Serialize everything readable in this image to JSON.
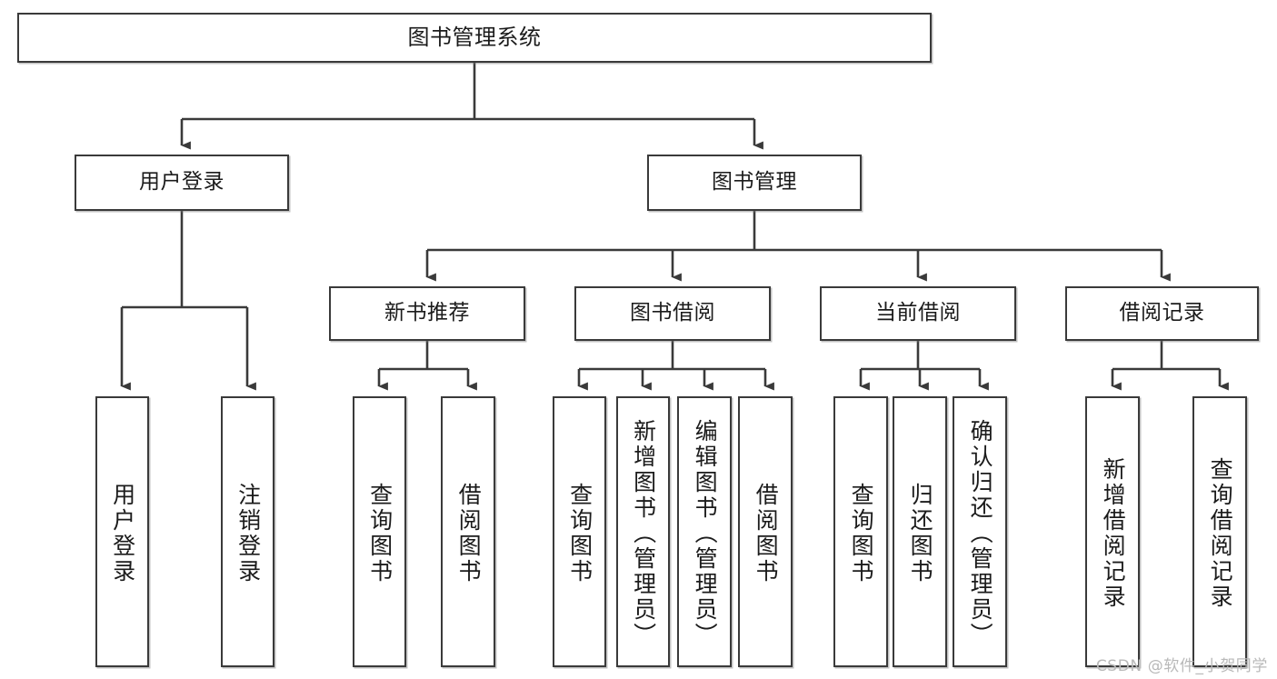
{
  "diagram": {
    "type": "tree-hierarchy",
    "title": "图书管理系统",
    "watermark": "CSDN @软件_小贺同学",
    "colors": {
      "stroke": "#3a3a3a",
      "fill": "#ffffff",
      "text": "#1b1b1b",
      "watermark": "#b9b9b9"
    },
    "nodes": {
      "root": {
        "label": "图书管理系统"
      },
      "level2": [
        {
          "label": "用户登录"
        },
        {
          "label": "图书管理"
        }
      ],
      "level3": [
        {
          "label": "新书推荐"
        },
        {
          "label": "图书借阅"
        },
        {
          "label": "当前借阅"
        },
        {
          "label": "借阅记录"
        }
      ],
      "leaves": {
        "user_login": [
          {
            "label": "用户登录"
          },
          {
            "label": "注销登录"
          }
        ],
        "new_book": [
          {
            "label": "查询图书"
          },
          {
            "label": "借阅图书"
          }
        ],
        "borrow_book": [
          {
            "label": "查询图书"
          },
          {
            "label": "新增图书（管理员）"
          },
          {
            "label": "编辑图书（管理员）"
          },
          {
            "label": "借阅图书"
          }
        ],
        "current_borrow": [
          {
            "label": "查询图书"
          },
          {
            "label": "归还图书"
          },
          {
            "label": "确认归还（管理员）"
          }
        ],
        "borrow_record": [
          {
            "label": "新增借阅记录"
          },
          {
            "label": "查询借阅记录"
          }
        ]
      }
    }
  }
}
